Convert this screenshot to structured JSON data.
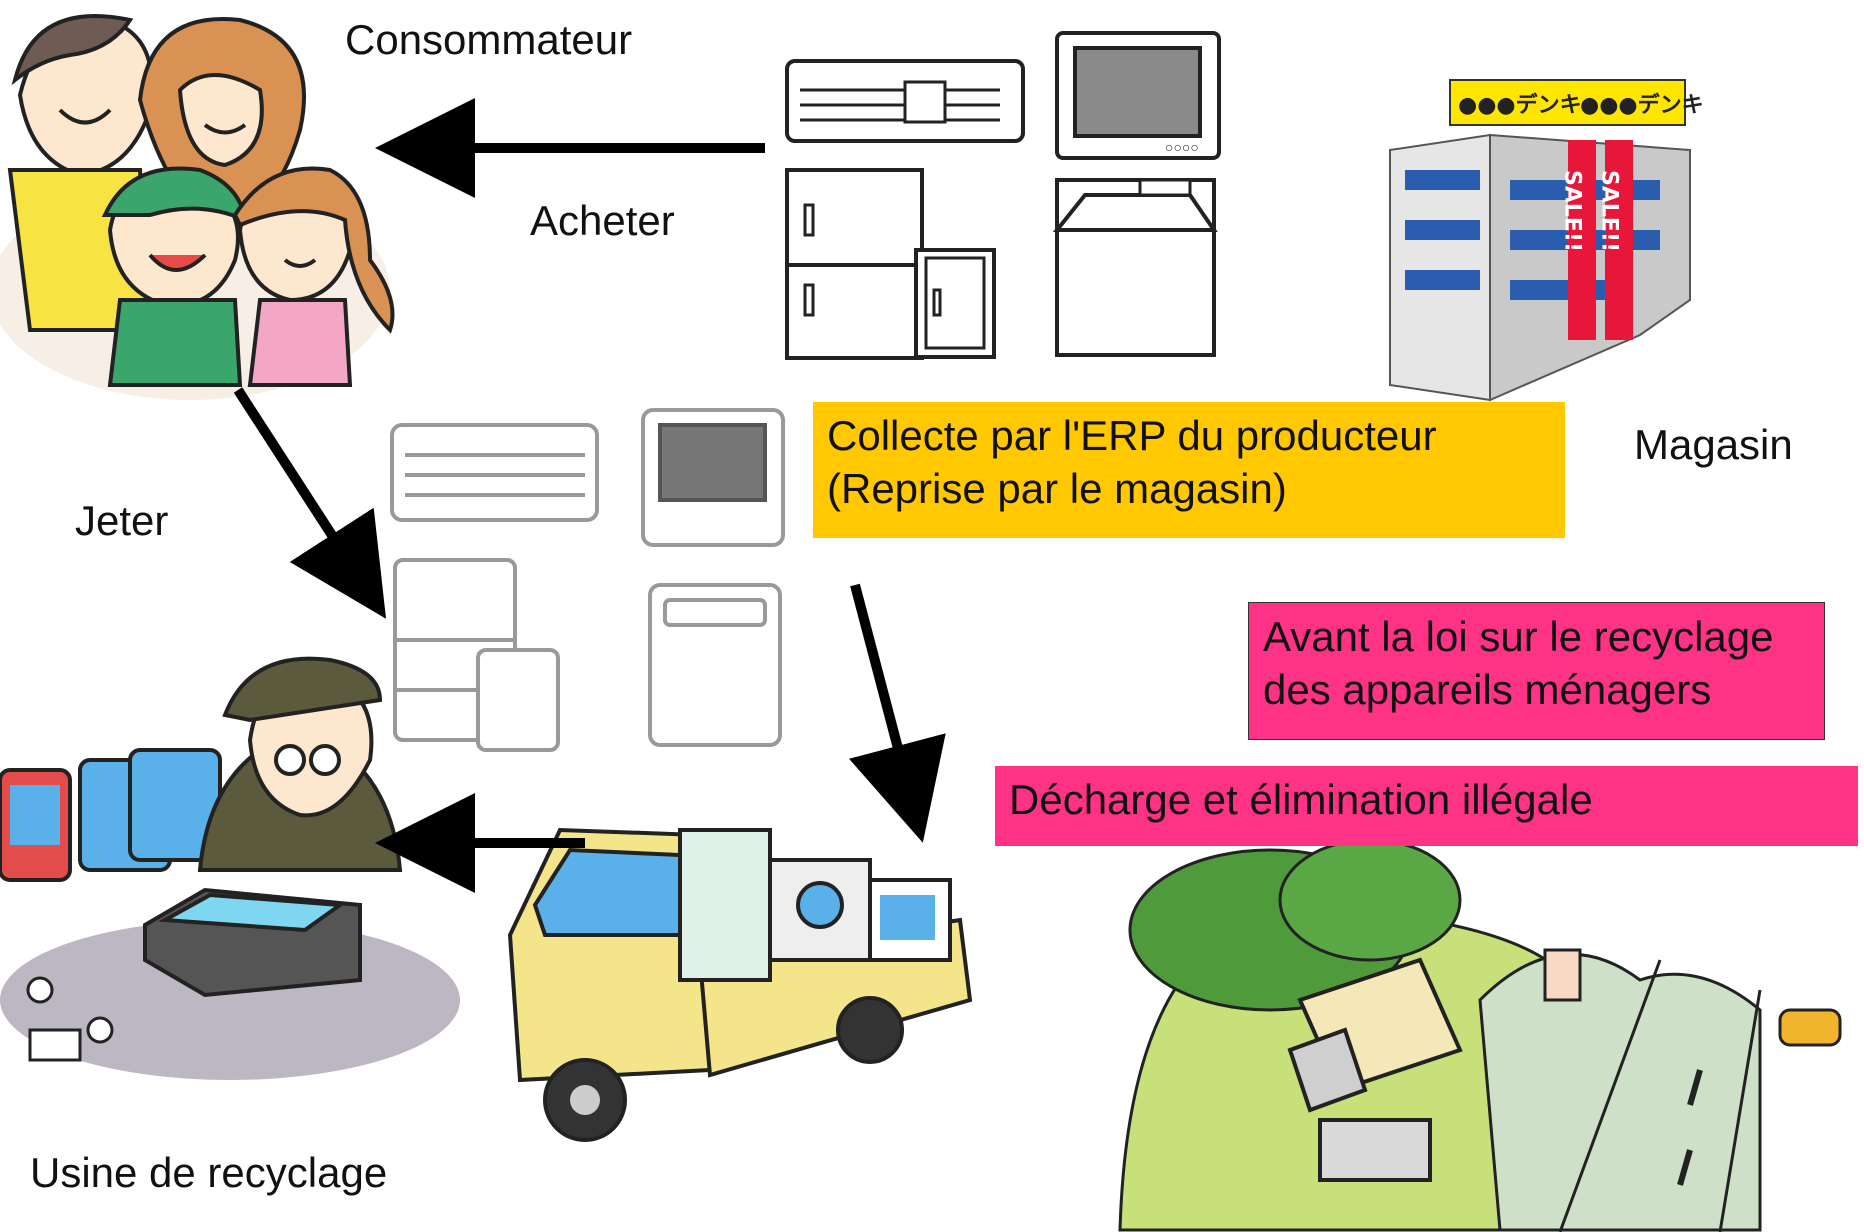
{
  "labels": {
    "consumer": "Consommateur",
    "buy": "Acheter",
    "store": "Magasin",
    "throw_away": "Jeter",
    "recycling_plant": "Usine de recyclage"
  },
  "store_sign": {
    "brand_1": "●●●デンキ",
    "brand_2": "●●●デンキ",
    "sale_1": "SALE!!",
    "sale_2": "SALE!!"
  },
  "tv_buttons": "○○○○",
  "boxes": {
    "collection": {
      "line1": "Collecte par l'ERP du producteur",
      "line2": "(Reprise par le magasin)",
      "color": "#ffc800"
    },
    "before_law": {
      "line1": "Avant la loi sur le recyclage",
      "line2": "des appareils ménagers",
      "color": "#ff3385"
    },
    "illegal_dumping": {
      "line1": "Décharge et élimination illégale",
      "color": "#ff3385"
    }
  },
  "colors": {
    "arrow": "#000000",
    "sign_yellow": "#ffe600",
    "sale_red": "#e8173a",
    "window_blue": "#2a5db0",
    "truck_yellow": "#f4e48a",
    "screen_blue": "#5ab0e8"
  }
}
